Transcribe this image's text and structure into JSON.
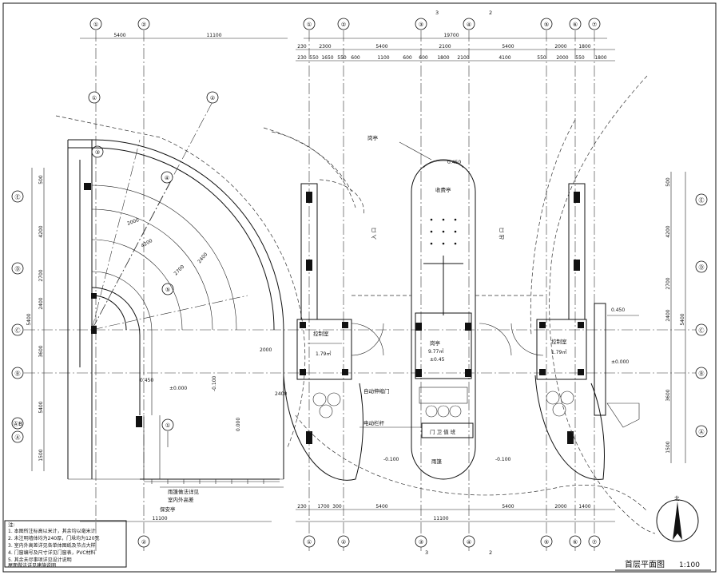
{
  "drawing": {
    "title": "首层平面图",
    "scale": "1:100",
    "north_label": "北"
  },
  "grid_top": [
    "①",
    "②",
    "③",
    "④",
    "⑤",
    "⑥",
    "⑦"
  ],
  "grid_bottom": [
    "①",
    "②",
    "③",
    "④",
    "⑤",
    "⑥",
    "⑦"
  ],
  "grid_left": [
    "Ⓔ",
    "Ⓓ",
    "Ⓒ",
    "Ⓑ",
    "ⒶB",
    "Ⓐ"
  ],
  "grid_right": [
    "Ⓔ",
    "Ⓓ",
    "Ⓒ",
    "Ⓑ",
    "Ⓐ"
  ],
  "grid_radial": [
    "①",
    "②",
    "③",
    "④",
    "⑤"
  ],
  "dims_top_total": [
    "5400",
    "11100",
    "19700"
  ],
  "dims_top_row1": [
    "230",
    "2300",
    "5400",
    "2100",
    "5400",
    "2000",
    "1800"
  ],
  "dims_top_row2": [
    "230",
    "550",
    "1650",
    "550",
    "600",
    "1100",
    "600",
    "600",
    "1800",
    "2100",
    "4100",
    "550",
    "2000",
    "550",
    "1800"
  ],
  "dims_bottom": [
    "230",
    "1700",
    "300",
    "5400",
    "5400",
    "2000",
    "1400"
  ],
  "dims_bottom_total": [
    "11100",
    "11100"
  ],
  "dims_left": [
    "500",
    "4200",
    "2700",
    "2400",
    "5400",
    "3600",
    "5400",
    "1500"
  ],
  "dims_right": [
    "500",
    "4200",
    "2700",
    "2400",
    "5400",
    "3600",
    "1500"
  ],
  "labels": {
    "control_room": "控制室",
    "area_1": "1.79㎡",
    "gatehouse": "岗亭",
    "gatehouse_area": "9.77㎡",
    "gatehouse_elev": "±0.45",
    "booth": "收费亭",
    "shelter": "雨篷",
    "sign": "门 卫 值 班",
    "guard_box": "岗亭",
    "fence": "自动伸缩门",
    "elev_1": "0.450",
    "elev_2": "-0.100",
    "elev_3": "0.000",
    "elev_4": "±0.000",
    "lane_in": "入 口",
    "lane_out": "出 口",
    "note_title": "注:",
    "canopy": "雨篷做法详见",
    "kiosk": "保安亭",
    "stair_note": "室内外高差",
    "gate_note": "电动栏杆",
    "arc_dims": [
      "2000",
      "4200",
      "2700",
      "2400"
    ]
  },
  "notes": [
    "1. 本图所注标高以米计，其余均以毫米计",
    "2. 未注明墙体均为240厚，门垛均为120宽",
    "3. 室内外高差详见各单体图纸及节点大样",
    "4. 门窗编号及尺寸详见门窗表，PVC材料",
    "5. 其余未尽事项详见设计说明"
  ],
  "note_footer": "屋面做法详见建施说明"
}
